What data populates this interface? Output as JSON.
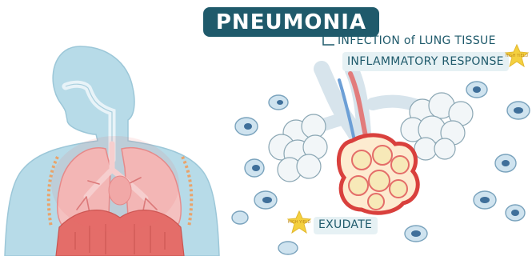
{
  "title": "PNEUMONIA",
  "labels": {
    "infection": "INFECTION of LUNG TISSUE",
    "inflammatory": "INFLAMMATORY RESPONSE",
    "exudate": "EXUDATE"
  },
  "badges": {
    "high_yield": "HIGH YIELD"
  },
  "colors": {
    "title_bg": "#1f5a6b",
    "body": "#b7dbe8",
    "lung_pink": "#f0a7a6",
    "alveolus_red": "#d9403d",
    "exudate_yellow": "#f7e9b8",
    "star": "#f4d03f"
  }
}
